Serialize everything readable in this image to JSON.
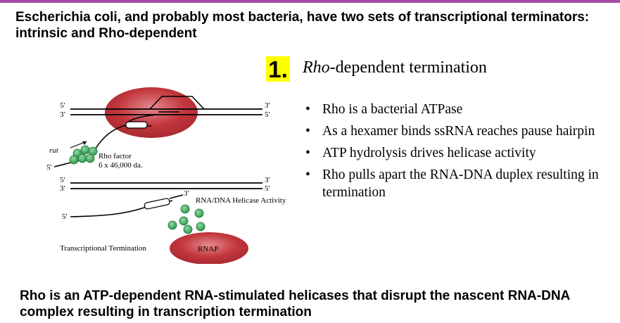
{
  "slide": {
    "heading": "Escherichia coli, and probably most bacteria, have two sets of transcriptional terminators: intrinsic and Rho-dependent",
    "section": {
      "number": "1.",
      "title_italic": "Rho",
      "title_rest": "-dependent termination"
    },
    "bullets": [
      "Rho is a bacterial ATPase",
      "As a hexamer binds ssRNA reaches pause hairpin",
      "ATP hydrolysis drives helicase activity",
      "Rho pulls apart the RNA-DNA duplex resulting in termination"
    ],
    "footer": "Rho is an ATP-dependent RNA-stimulated helicases that disrupt the nascent RNA-DNA complex resulting in transcription termination"
  },
  "diagram": {
    "labels": {
      "five_prime": "5'",
      "three_prime": "3'",
      "rut": "rut",
      "rho_factor": "Rho factor",
      "rho_mass": "6 x 46,000 da.",
      "helicase": "RNA/DNA Helicase Activity",
      "termination": "Transcriptional Termination",
      "rnap": "RNAP"
    }
  },
  "colors": {
    "top_bar": "#a64ca6",
    "section_highlight": "#ffff00",
    "polymerase_fill": "#c2363d",
    "rho_subunit_fill": "#2e9e4c"
  }
}
